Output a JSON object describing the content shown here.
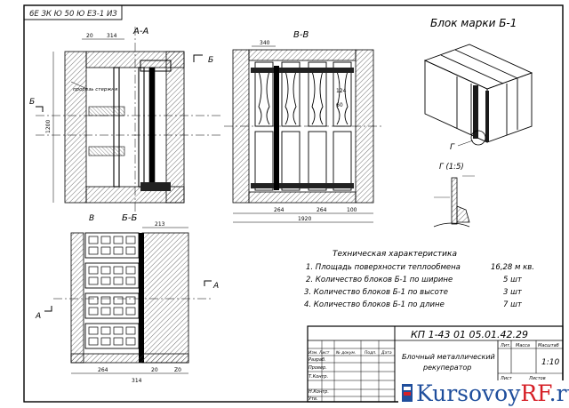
{
  "stamp_code": "КП 1-43 01 05.01.42.29",
  "scale_corner": "6Е ЗК Ю 50 Ю ЕЗ-1 ИЗ",
  "block_title": "Блок марки Б-1",
  "section_aa": "А-А",
  "section_bb_right": "В-В",
  "section_bb_left": "Б-Б",
  "detail_label": "Г (1:5)",
  "view_marker_g": "Г",
  "cut_a": "А",
  "cut_b": "Б",
  "cut_v": "В",
  "tech_title": "Техническая характеристика",
  "tech_rows": [
    {
      "text": "1. Площадь поверхности теплообмена",
      "value": "16,28 м кв."
    },
    {
      "text": "2. Количество блоков Б-1 по ширине",
      "value": "5 шт"
    },
    {
      "text": "3. Количество блоков Б-1 по высоте",
      "value": "3 шт"
    },
    {
      "text": "4. Количество блоков Б-1 по длине",
      "value": "7 шт"
    }
  ],
  "title_block": {
    "product_name": "Блочный металлический рекуператор",
    "lit_header": "Лит.",
    "mass_header": "Масса",
    "scale_header": "Масштаб",
    "scale_value": "1:10",
    "sheet_label": "Лист",
    "sheets_label": "Листов",
    "role_rows": [
      "Изм. Лист",
      "Разраб.",
      "Провер.",
      "Т.Контр.",
      "Н.Контр.",
      "Утв."
    ],
    "col_headers": [
      "№ докум.",
      "Подп.",
      "Дата"
    ]
  },
  "dimensions": {
    "aa": [
      "20",
      "314",
      "1200"
    ],
    "bb_right": [
      "340",
      "124",
      "60",
      "264",
      "264",
      "100",
      "1920"
    ],
    "bb_left": [
      "213",
      "314",
      "264",
      "20",
      "Z0"
    ]
  },
  "leader_note": "прорезь стержня",
  "watermark": {
    "part1": "Kursovoy",
    "part2": "RF",
    "part3": ".ru"
  }
}
